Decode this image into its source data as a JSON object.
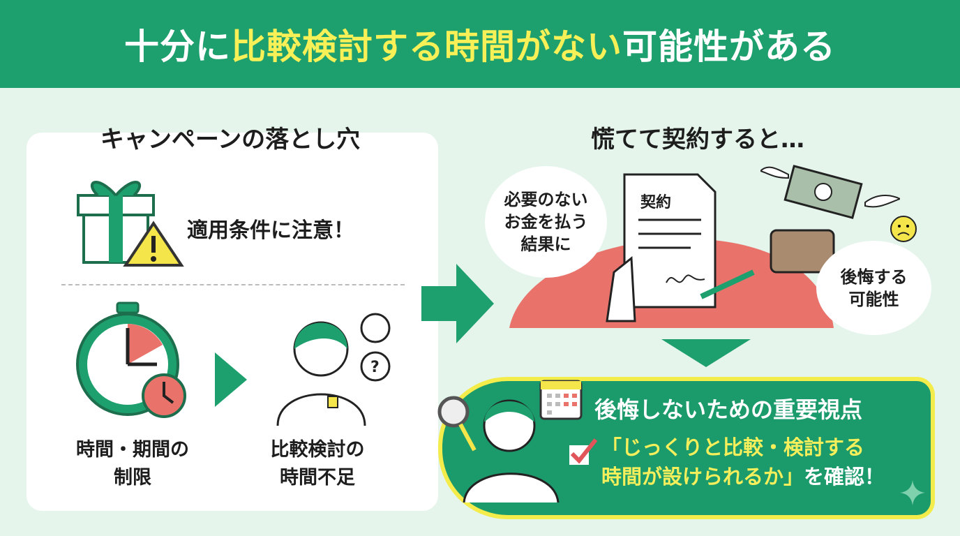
{
  "header": {
    "title_pre": "十分に",
    "title_highlight": "比較検討する時間がない",
    "title_post": "可能性がある"
  },
  "left": {
    "heading": "キャンペーンの落とし穴",
    "condition_note": "適用条件に注意！",
    "time_limit": "時間・期間の\n制限",
    "lack_time": "比較検討の\n時間不足"
  },
  "right": {
    "heading": "慌てて契約すると…",
    "contract_label": "契約",
    "bubble_pay": "必要のない\nお金を払う\n結果に",
    "bubble_regret": "後悔する\n可能性"
  },
  "bottom": {
    "title": "後悔しないための重要視点",
    "text_highlight": "「じっくりと比較・検討する\n時間が設けられるか」",
    "text_tail": "を確認！"
  },
  "colors": {
    "green": "#1ea06e",
    "yellow": "#f7f057",
    "red": "#e9736b",
    "bg": "#e5f5ec"
  }
}
